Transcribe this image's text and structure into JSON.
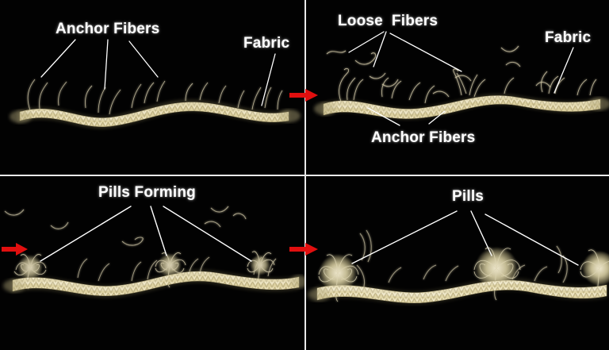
{
  "figure": {
    "title": "Fabric Pilling Stages",
    "background_color": "#000000",
    "divider_color": "#e9e9e9",
    "label_color": "#ffffff",
    "leader_line_color": "#ffffff",
    "arrow_color": "#e10f0f",
    "fabric_color": "#ddd2a2",
    "fiber_color": "#cdc4a8"
  },
  "panels": [
    {
      "id": "panel-1",
      "position": "top-left",
      "labels": [
        {
          "name": "anchor-fibers",
          "text": "Anchor Fibers"
        },
        {
          "name": "fabric",
          "text": "Fabric"
        }
      ]
    },
    {
      "id": "panel-2",
      "position": "top-right",
      "labels": [
        {
          "name": "loose-fibers",
          "text": "Loose  Fibers"
        },
        {
          "name": "fabric",
          "text": "Fabric"
        },
        {
          "name": "anchor-fibers",
          "text": "Anchor Fibers"
        }
      ]
    },
    {
      "id": "panel-3",
      "position": "bottom-left",
      "labels": [
        {
          "name": "pills-forming",
          "text": "Pills Forming"
        }
      ]
    },
    {
      "id": "panel-4",
      "position": "bottom-right",
      "labels": [
        {
          "name": "pills",
          "text": "Pills"
        }
      ]
    }
  ],
  "arrows": [
    {
      "name": "arrow-top-divider",
      "direction": "right",
      "color": "#e10f0f"
    },
    {
      "name": "arrow-bottom-left-edge",
      "direction": "right",
      "color": "#e10f0f"
    },
    {
      "name": "arrow-bottom-divider",
      "direction": "right",
      "color": "#e10f0f"
    }
  ]
}
